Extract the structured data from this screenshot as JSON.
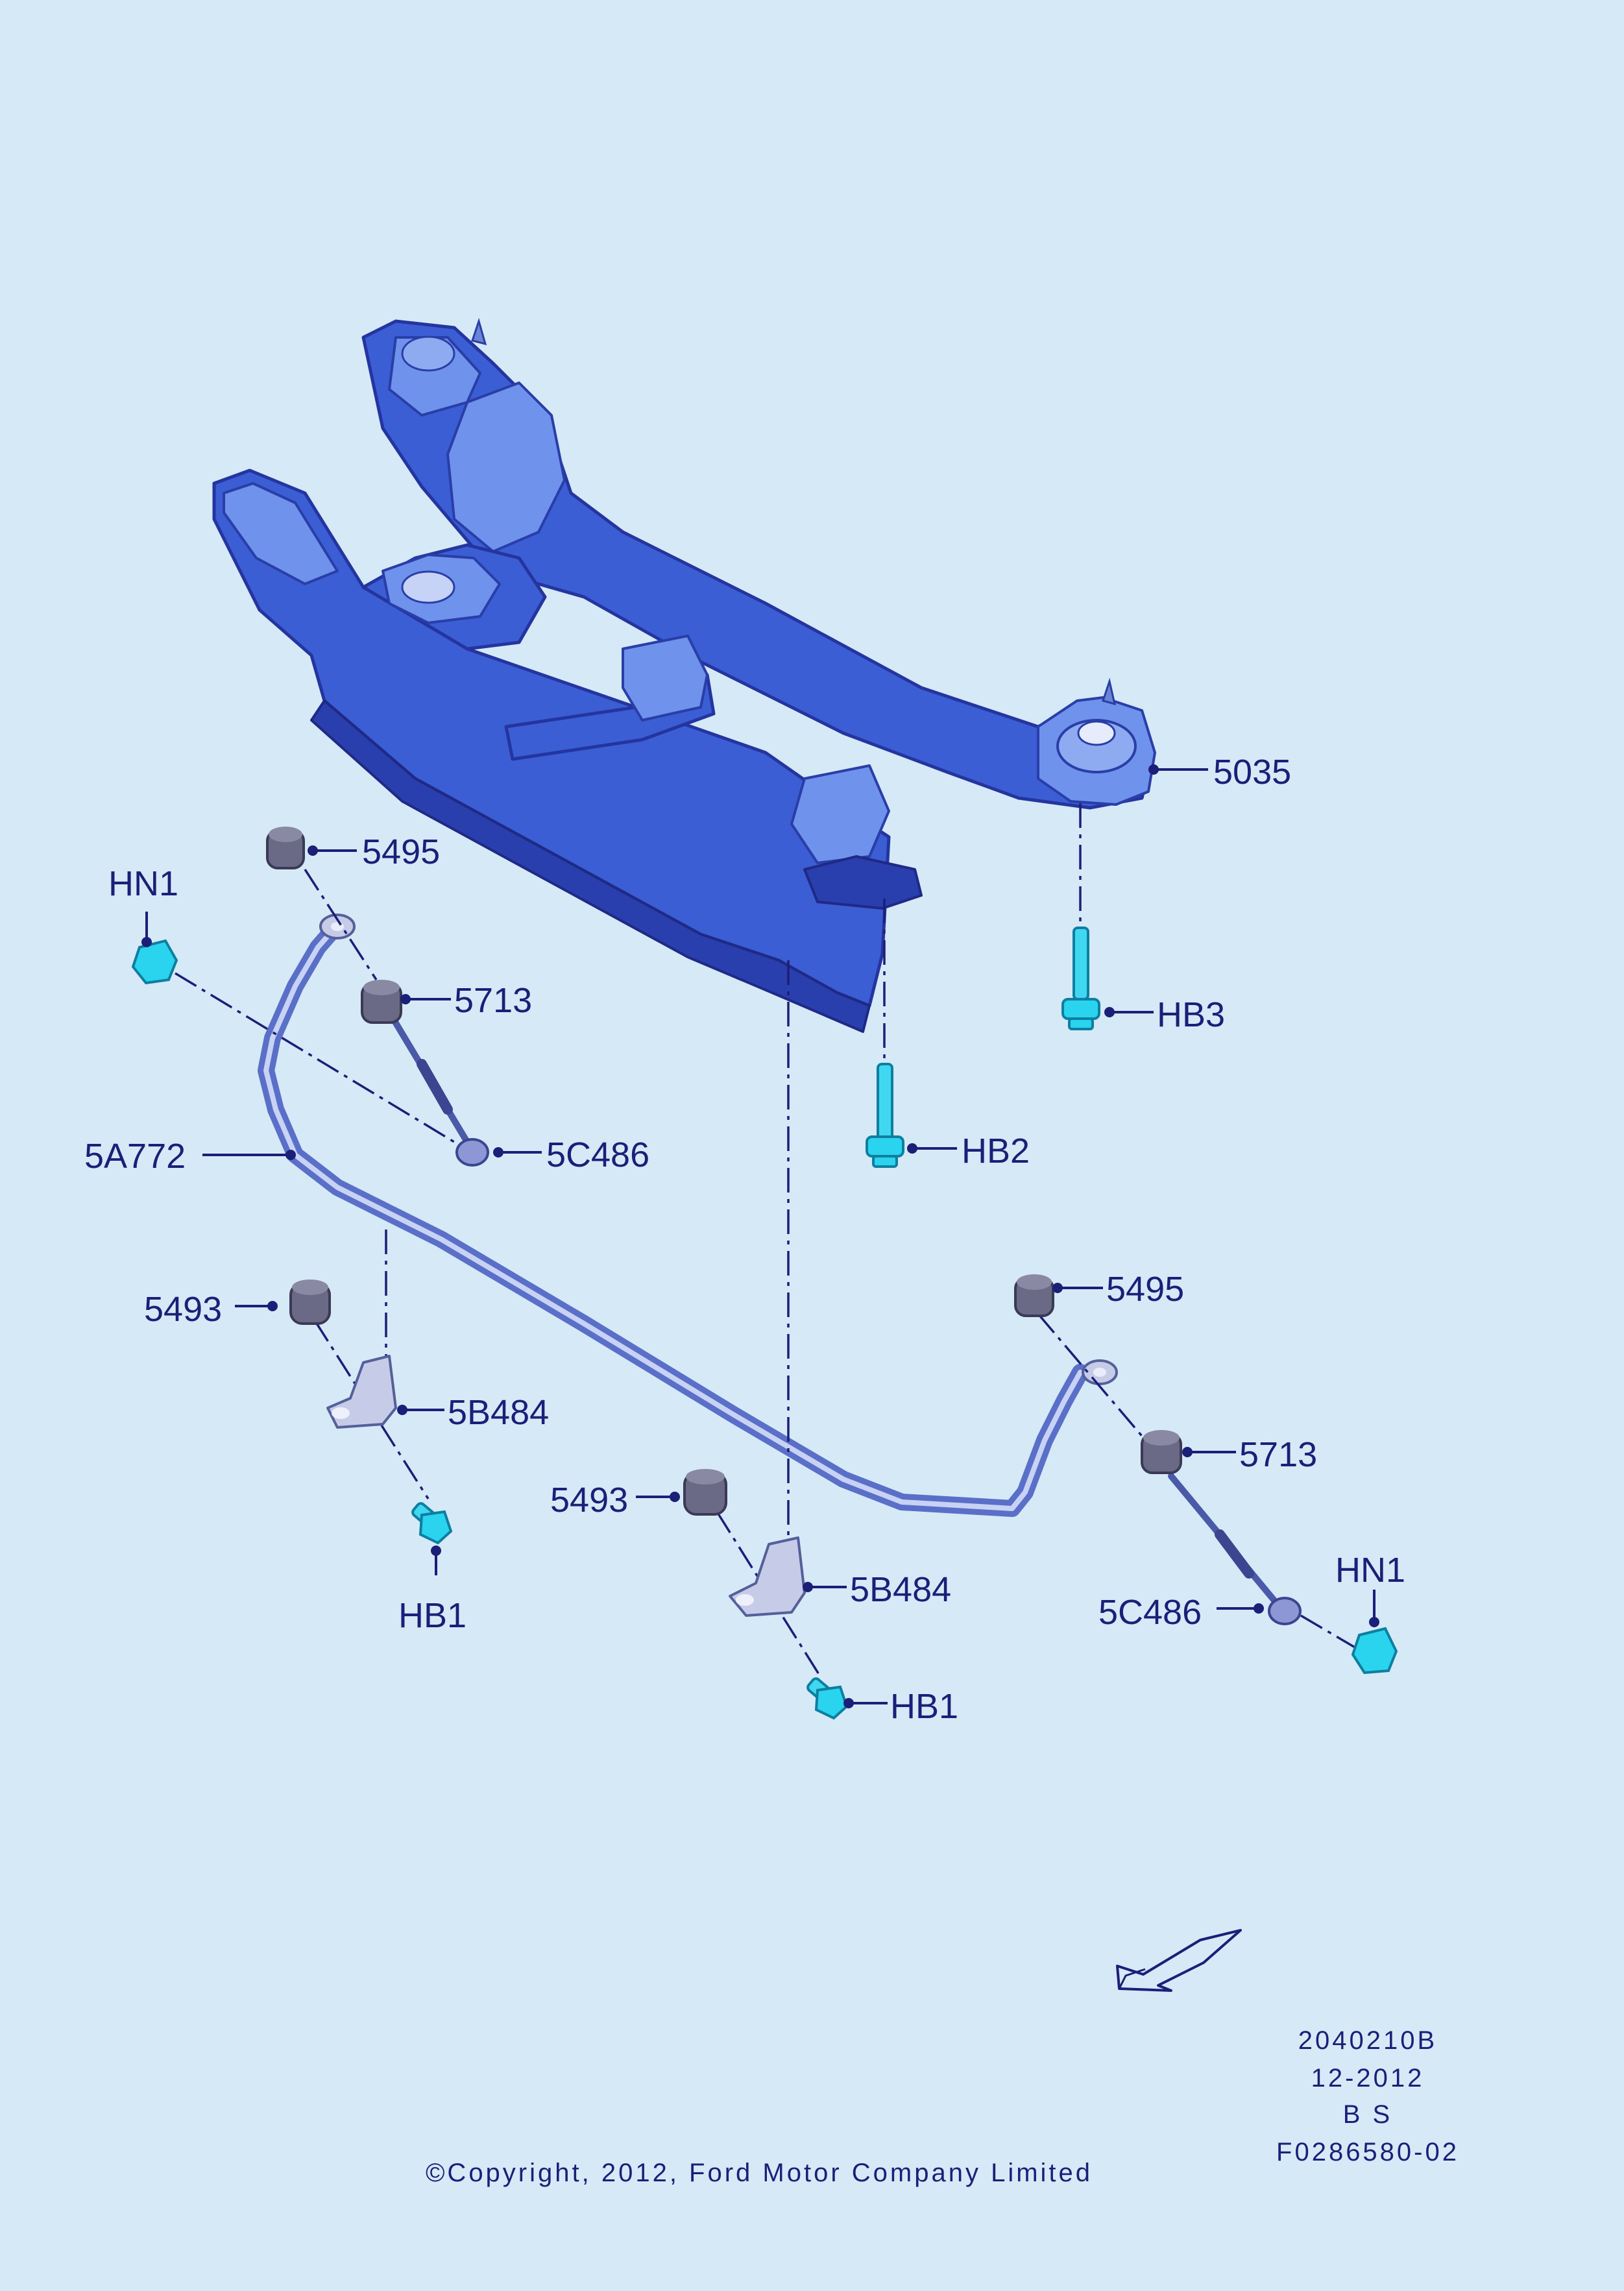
{
  "callouts": {
    "c5035": "5035",
    "c5495a": "5495",
    "cHN1a": "HN1",
    "c5713a": "5713",
    "cHB3": "HB3",
    "c5A772": "5A772",
    "c5C486a": "5C486",
    "cHB2": "HB2",
    "c5495b": "5495",
    "c5493a": "5493",
    "c5B484a": "5B484",
    "c5713b": "5713",
    "c5493b": "5493",
    "c5B484b": "5B484",
    "cHN1b": "HN1",
    "cHB1a": "HB1",
    "c5C486b": "5C486",
    "cHB1b": "HB1"
  },
  "info": {
    "line1": "2040210B",
    "line2": "12-2012",
    "line3": "B S",
    "line4": "F0286580-02"
  },
  "copyright": "©Copyright, 2012, Ford Motor Company Limited",
  "colors": {
    "background": "#d5e9f6",
    "text": "#1c1f78",
    "frame": "#3c5ed4",
    "fastener": "#2ad4ee"
  }
}
